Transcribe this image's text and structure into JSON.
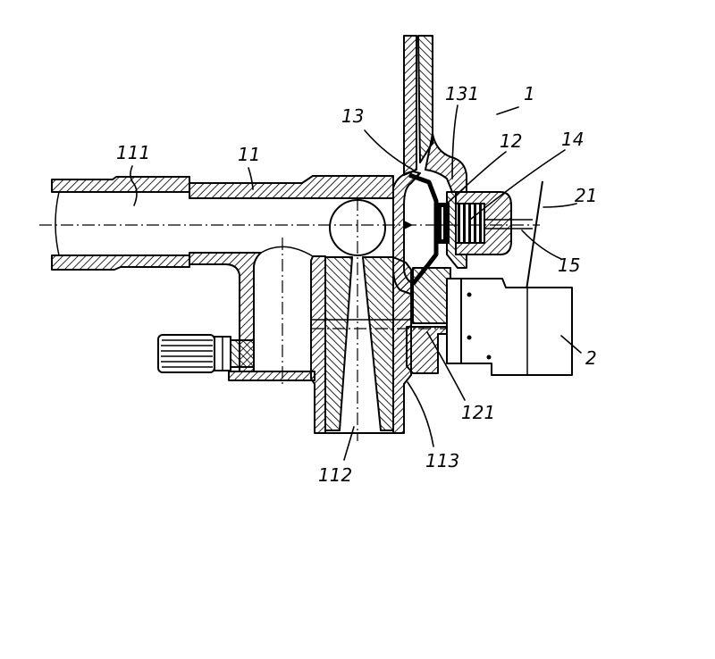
{
  "drawing": {
    "reference_numerals": {
      "n1": "1",
      "n2": "2",
      "n11": "11",
      "n12": "12",
      "n13": "13",
      "n14": "14",
      "n15": "15",
      "n21": "21",
      "n111": "111",
      "n112": "112",
      "n113": "113",
      "n121": "121",
      "n131": "131"
    }
  },
  "colors": {
    "ink": "#000000",
    "paper": "#ffffff"
  }
}
